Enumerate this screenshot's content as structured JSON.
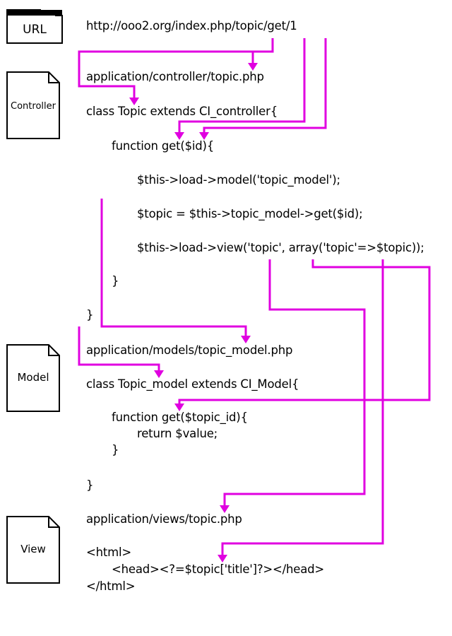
{
  "icons": {
    "url": {
      "label": "URL"
    },
    "controller": {
      "label": "Controller"
    },
    "model": {
      "label": "Model"
    },
    "view": {
      "label": "View"
    }
  },
  "code": {
    "url": "http://ooo2.org/index.php/topic/get/1",
    "controller_path": "application/controller/topic.php",
    "controller_class": "class Topic extends CI_controller{",
    "controller_func": "function get($id){",
    "load_model": "$this->load->model('topic_model');",
    "get_topic": "$topic = $this->topic_model->get($id);",
    "load_view": "$this->load->view('topic', array('topic'=>$topic));",
    "func_close": "}",
    "class_close": "}",
    "model_path": "application/models/topic_model.php",
    "model_class": "class Topic_model extends CI_Model{",
    "model_func": "function get($topic_id){",
    "return_value": "return $value;",
    "model_func_close": "}",
    "model_class_close": "}",
    "view_path": "application/views/topic.php",
    "html_open": "<html>",
    "head_line": "<head><?=$topic['title']?></head>",
    "html_close": "</html>"
  },
  "colors": {
    "arrow": "#e000e0"
  }
}
